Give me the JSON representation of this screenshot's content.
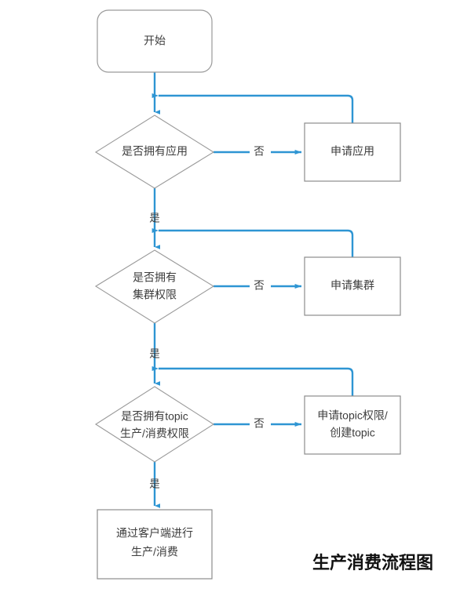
{
  "diagram": {
    "caption": "生产消费流程图",
    "accent_color": "#2e95d3",
    "shape_border_color": "#8c8c8c",
    "text_color": "#3d3d3d",
    "background_color": "#ffffff",
    "nodes": {
      "start": {
        "type": "terminator",
        "label": "开始"
      },
      "decision_app": {
        "type": "decision",
        "line1": "是否拥有应用",
        "line2": ""
      },
      "process_app": {
        "type": "process",
        "line1": "申请应用",
        "line2": ""
      },
      "decision_cluster": {
        "type": "decision",
        "line1": "是否拥有",
        "line2": "集群权限"
      },
      "process_cluster": {
        "type": "process",
        "line1": "申请集群",
        "line2": ""
      },
      "decision_topic": {
        "type": "decision",
        "line1": "是否拥有topic",
        "line2": "生产/消费权限"
      },
      "process_topic": {
        "type": "process",
        "line1": "申请topic权限/",
        "line2": "创建topic"
      },
      "end_client": {
        "type": "process",
        "line1": "通过客户端进行",
        "line2": "生产/消费"
      }
    },
    "edge_labels": {
      "no_app": "否",
      "yes_app": "是",
      "no_cluster": "否",
      "yes_cluster": "是",
      "no_topic": "否",
      "yes_topic": "是"
    }
  }
}
